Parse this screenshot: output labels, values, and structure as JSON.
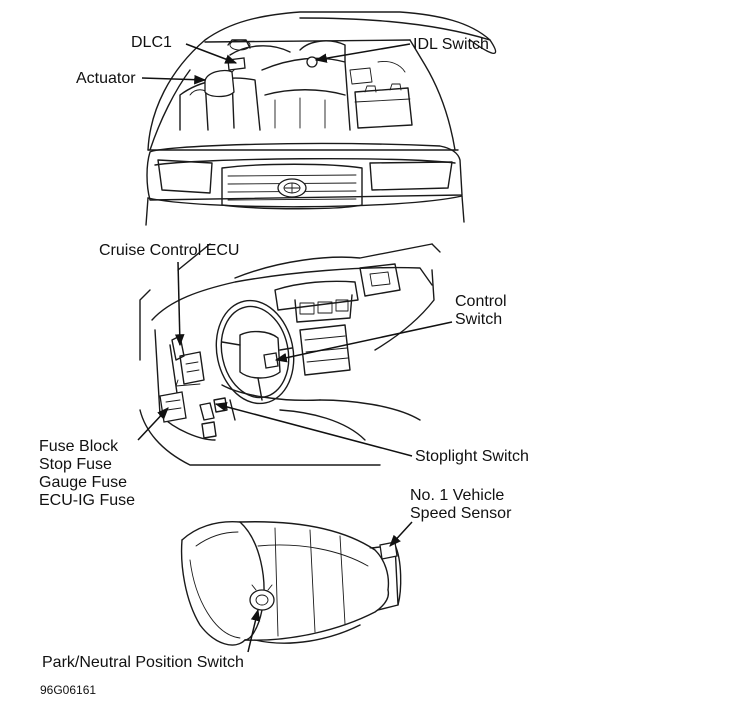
{
  "labels": {
    "dlc1": "DLC1",
    "idl_switch": "IDL Switch",
    "actuator": "Actuator",
    "cruise_control_ecu": "Cruise Control ECU",
    "control_switch": [
      "Control",
      "Switch"
    ],
    "fuse_block": [
      "Fuse Block",
      "Stop Fuse",
      "Gauge Fuse",
      "ECU-IG Fuse"
    ],
    "stoplight_switch": "Stoplight Switch",
    "speed_sensor": [
      "No. 1 Vehicle",
      "Speed Sensor"
    ],
    "park_neutral_switch": "Park/Neutral Position Switch"
  },
  "figure_code": "96G06161"
}
